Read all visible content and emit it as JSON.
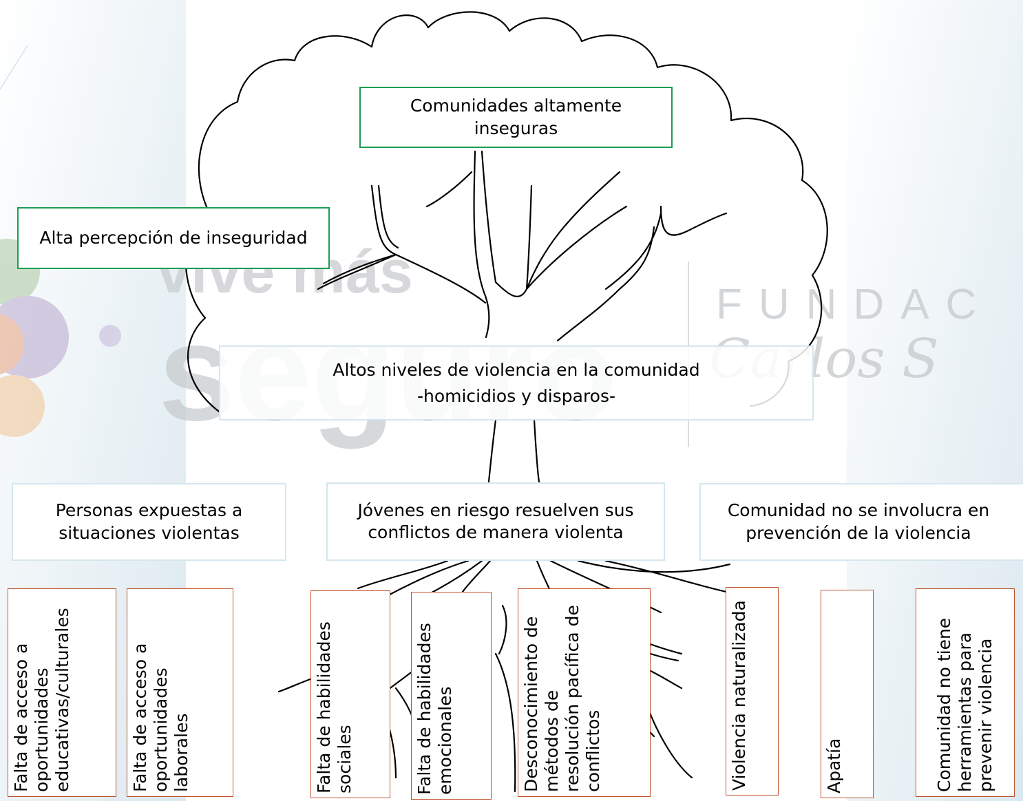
{
  "watermark": {
    "text_top": "vive más",
    "text_bottom": "seguro",
    "text_right": "FUNDAC",
    "text_script": "Carlos S"
  },
  "effect": {
    "label": "Comunidades altamente inseguras"
  },
  "side_effect": {
    "label": "Alta percepción de inseguridad"
  },
  "problem": {
    "line1": "Altos niveles de violencia en la comunidad",
    "line2": "-homicidios y disparos-"
  },
  "causes": [
    {
      "label": "Personas expuestas a situaciones violentas"
    },
    {
      "label": "Jóvenes en riesgo resuelven sus conflictos de manera violenta"
    },
    {
      "label": "Comunidad no se involucra en prevención de la violencia"
    }
  ],
  "roots": [
    {
      "lines": [
        "Falta de acceso a",
        "oportunidades",
        "educativas/culturales"
      ]
    },
    {
      "lines": [
        "Falta de acceso a",
        "oportunidades",
        "laborales"
      ]
    },
    {
      "lines": [
        "Falta de habilidades",
        "sociales"
      ]
    },
    {
      "lines": [
        "Falta de habilidades",
        "emocionales"
      ]
    },
    {
      "lines": [
        "Desconocimiento de",
        "métodos de",
        "resolución pacífica de",
        "conflictos"
      ]
    },
    {
      "lines": [
        "Violencia naturalizada"
      ]
    },
    {
      "lines": [
        "Apatía"
      ]
    },
    {
      "lines": [
        "Comunidad no tiene",
        "herramientas para",
        "prevenir violencia"
      ]
    }
  ],
  "colors": {
    "effect_border": "#1a9e55",
    "root_border": "#c0502a",
    "cause_border": "#d5e6ee"
  }
}
